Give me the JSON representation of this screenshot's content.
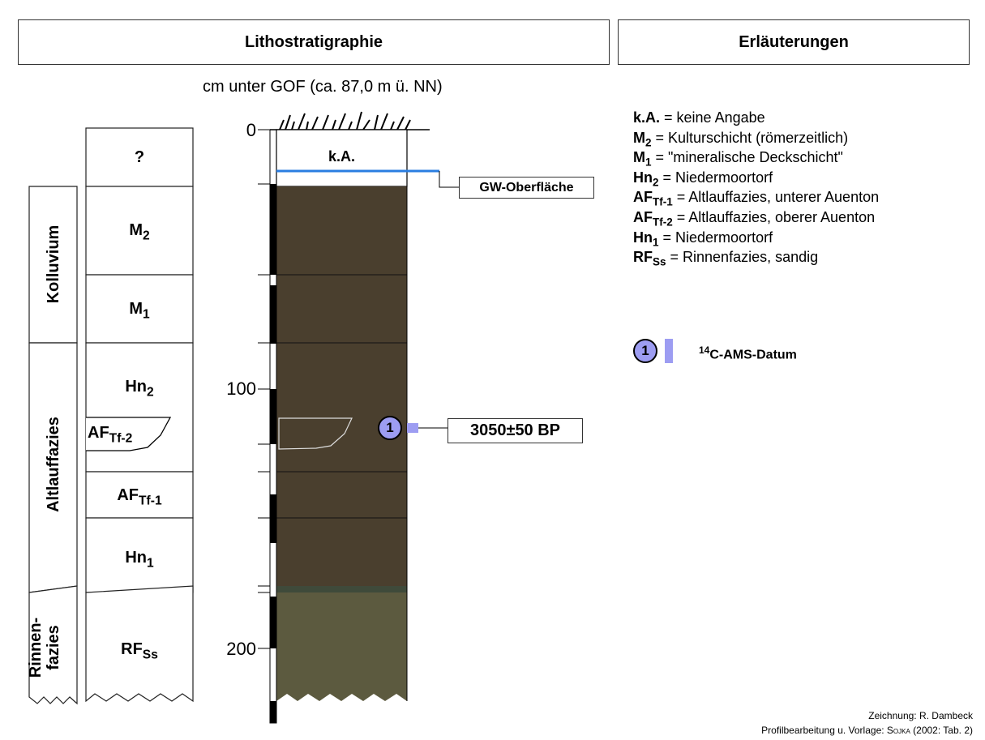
{
  "headers": {
    "left": "Lithostratigraphie",
    "right": "Erläuterungen"
  },
  "axis": {
    "title": "cm unter GOF (ca. 87,0 m ü. NN)",
    "ticks": [
      "0",
      "100",
      "200"
    ]
  },
  "profile": {
    "top_label": "k.A.",
    "groundwater_label": "GW-Oberfläche",
    "date_marker": "1",
    "date_label": "3050±50 BP"
  },
  "units": [
    {
      "base": "?",
      "sub": ""
    },
    {
      "base": "M",
      "sub": "2"
    },
    {
      "base": "M",
      "sub": "1"
    },
    {
      "base": "Hn",
      "sub": "2"
    },
    {
      "base": "AF",
      "sub": "Tf-2"
    },
    {
      "base": "AF",
      "sub": "Tf-1"
    },
    {
      "base": "Hn",
      "sub": "1"
    },
    {
      "base": "RF",
      "sub": "Ss"
    }
  ],
  "facies": {
    "kolluvium": "Kolluvium",
    "altlauffazies": "Altlauffazies",
    "rinnen_line1": "Rinnen-",
    "rinnen_line2": "fazies"
  },
  "legend": [
    {
      "abbr": "k.A.",
      "sub": "",
      "desc": " = keine Angabe"
    },
    {
      "abbr": "M",
      "sub": "2",
      "desc": " = Kulturschicht (römerzeitlich)"
    },
    {
      "abbr": "M",
      "sub": "1",
      "desc": " = \"mineralische Deckschicht\""
    },
    {
      "abbr": "Hn",
      "sub": "2",
      "desc": " = Niedermoortorf"
    },
    {
      "abbr": "AF",
      "sub": "Tf-1",
      "desc": " = Altlauffazies, unterer Auenton"
    },
    {
      "abbr": "AF",
      "sub": "Tf-2",
      "desc": " = Altlauffazies, oberer Auenton"
    },
    {
      "abbr": "Hn",
      "sub": "1",
      "desc": " = Niedermoortorf"
    },
    {
      "abbr": "RF",
      "sub": "Ss",
      "desc": " = Rinnenfazies, sandig"
    }
  ],
  "legend_marker": {
    "number": "1",
    "sup": "14",
    "text": "C-AMS-Datum"
  },
  "credits": {
    "line1": "Zeichnung: R. Dambeck",
    "line2_prefix": "Profilbearbeitung u. Vorlage: ",
    "line2_author": "Sojka",
    "line2_suffix": " (2002: Tab. 2)"
  },
  "colors": {
    "peat": "#4a3f2e",
    "sand": "#5c5a3f",
    "groundwater": "#2a7de1",
    "marker": "#9d9df2"
  }
}
